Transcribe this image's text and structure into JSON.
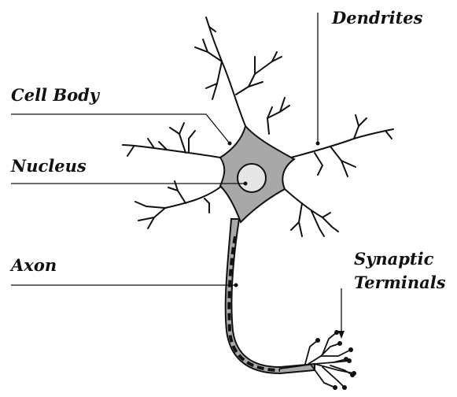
{
  "labels": {
    "dendrites": "Dendrites",
    "cell_body": "Cell Body",
    "nucleus": "Nucleus",
    "axon": "Axon",
    "synaptic_line1": "Synaptic",
    "synaptic_line2": "Terminals"
  },
  "colors": {
    "soma_fill": "#a8a8a8",
    "nucleus_fill": "#e6e6e6",
    "stroke": "#111111"
  }
}
